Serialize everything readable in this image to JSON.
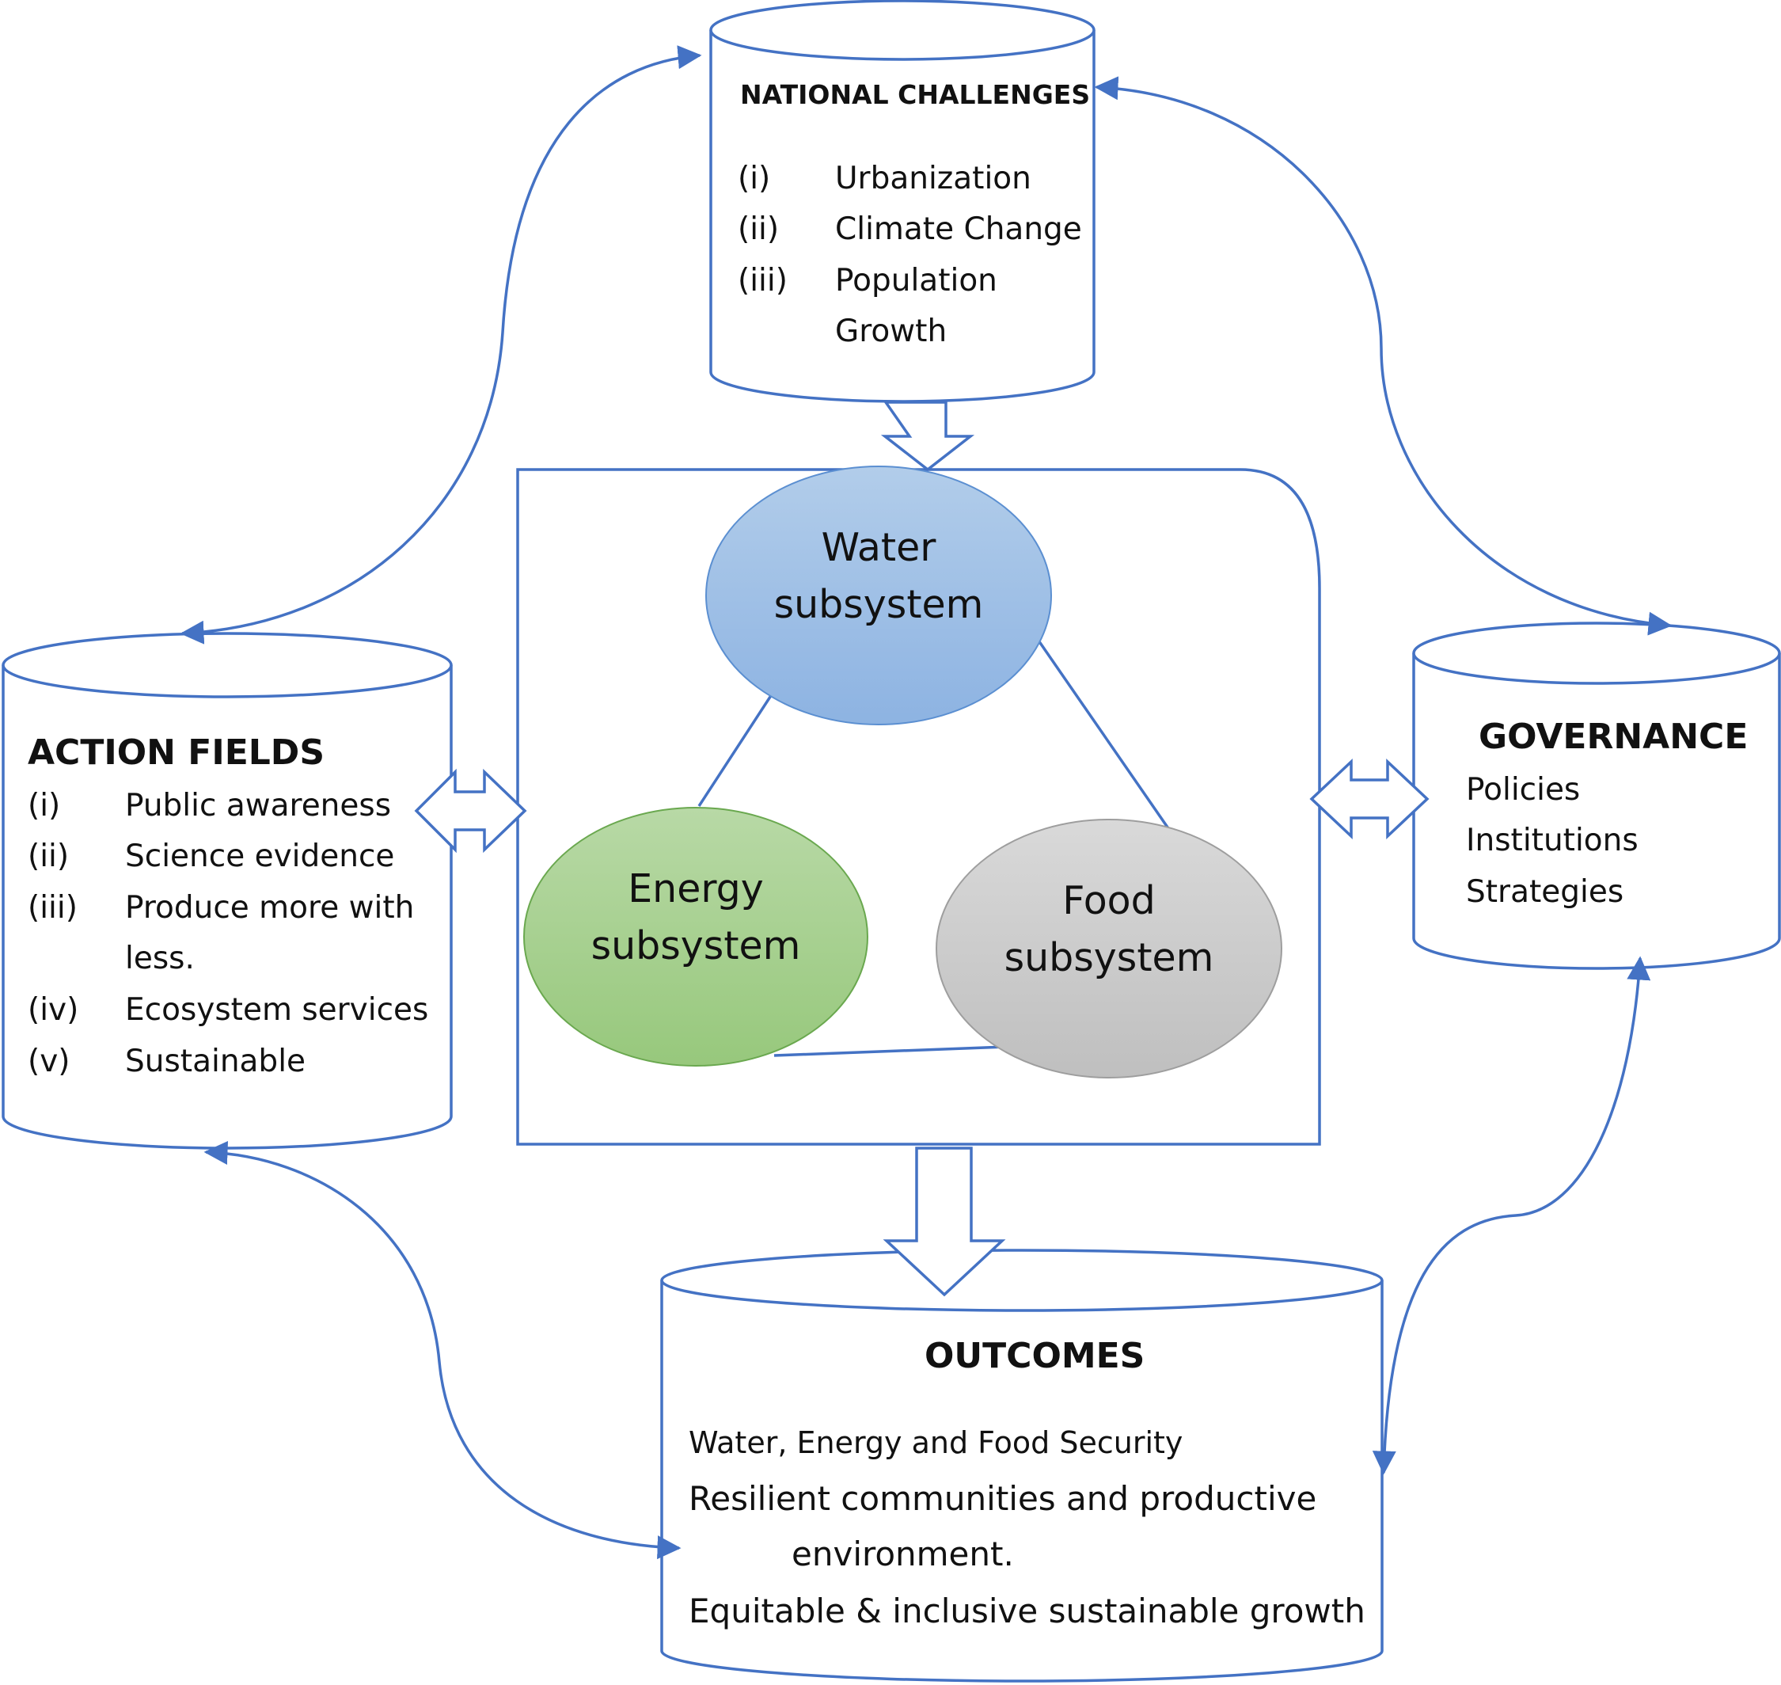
{
  "national_challenges": {
    "title": "NATIONAL CHALLENGES",
    "items": [
      {
        "num": "(i)",
        "text": "Urbanization"
      },
      {
        "num": "(ii)",
        "text": "Climate Change"
      },
      {
        "num": "(iii)",
        "text": "Population"
      },
      {
        "num": "",
        "text": "Growth"
      }
    ]
  },
  "action_fields": {
    "title": "ACTION FIELDS",
    "items": [
      {
        "num": "(i)",
        "text": "Public awareness"
      },
      {
        "num": "(ii)",
        "text": "Science evidence"
      },
      {
        "num": "(iii)",
        "text": "Produce more with"
      },
      {
        "num": "",
        "text": "less."
      },
      {
        "num": "(iv)",
        "text": "Ecosystem services"
      },
      {
        "num": "(v)",
        "text": "Sustainable"
      }
    ]
  },
  "governance": {
    "title": "GOVERNANCE",
    "items": [
      "Policies",
      "Institutions",
      "Strategies"
    ]
  },
  "outcomes": {
    "title": "OUTCOMES",
    "items": [
      "Water, Energy and Food Security",
      "Resilient communities and  productive",
      "environment.",
      "Equitable & inclusive sustainable growth"
    ]
  },
  "nexus": {
    "water": "Water subsystem",
    "energy": "Energy subsystem",
    "food": "Food subsystem"
  },
  "colors": {
    "stroke": "#4472c4",
    "water_top": "#b2cdea",
    "water_bottom": "#8db3e2",
    "energy_top": "#b8d9a6",
    "energy_bottom": "#97c87c",
    "food_top": "#d9d9d9",
    "food_bottom": "#bfbfbf"
  }
}
